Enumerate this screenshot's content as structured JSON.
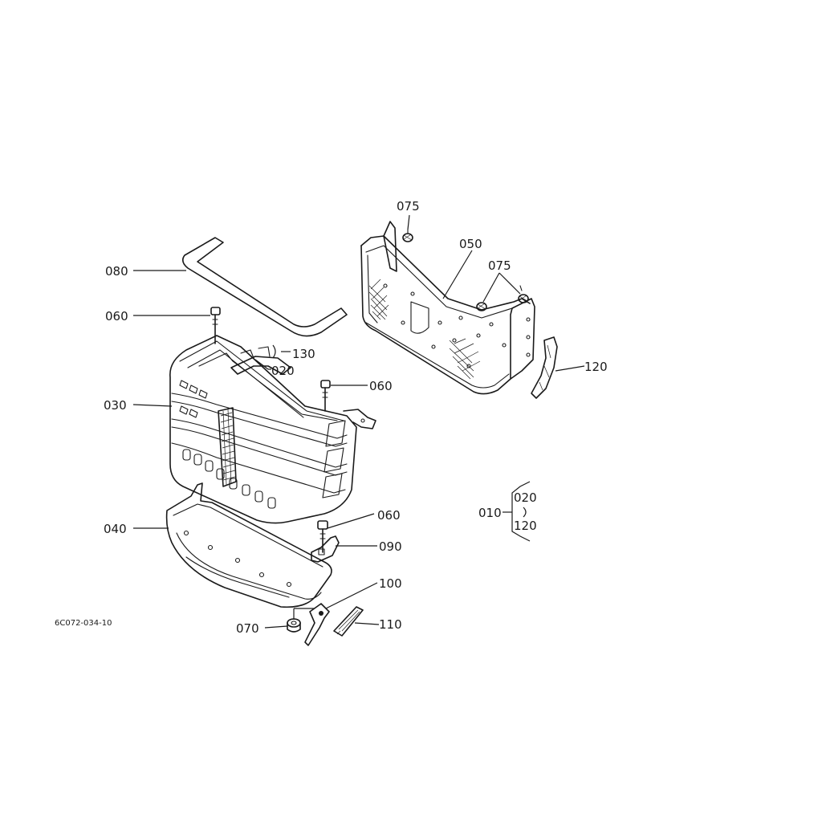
{
  "diagram": {
    "drawing_code": "6C072-034-10",
    "labels": {
      "p075_top": "075",
      "p050": "050",
      "p075_right": "075",
      "p080": "080",
      "p060_left": "060",
      "p130": "130",
      "p020": "020",
      "p060_mid": "060",
      "p030": "030",
      "p120": "120",
      "p010": "010",
      "set_020": "020",
      "set_120": "120",
      "p040": "040",
      "p060_low": "060",
      "p090": "090",
      "p100": "100",
      "p070": "070",
      "p110": "110"
    }
  }
}
